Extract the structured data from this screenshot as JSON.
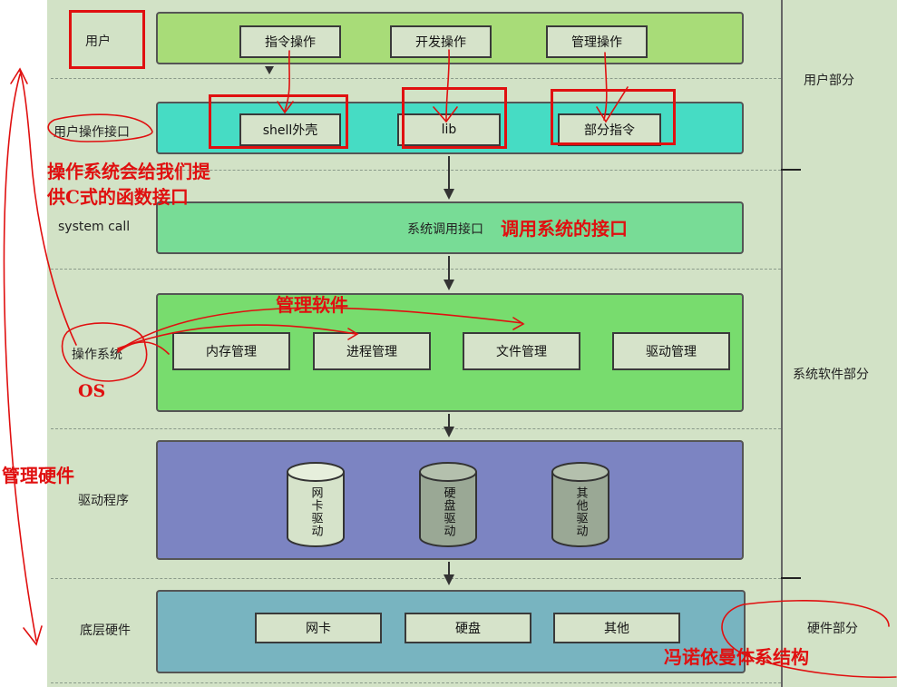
{
  "layers": {
    "user": {
      "label": "用户",
      "buttons": [
        "指令操作",
        "开发操作",
        "管理操作"
      ]
    },
    "interface": {
      "label": "用户操作接口",
      "boxes": [
        "shell外壳",
        "lib",
        "部分指令"
      ]
    },
    "syscall": {
      "label": "system call",
      "box_text": "系统调用接口"
    },
    "os": {
      "label": "操作系统",
      "boxes": [
        "内存管理",
        "进程管理",
        "文件管理",
        "驱动管理"
      ]
    },
    "drivers": {
      "label": "驱动程序",
      "cylinders": [
        "网卡驱动",
        "硬盘驱动",
        "其他驱动"
      ]
    },
    "hardware": {
      "label": "底层硬件",
      "boxes": [
        "网卡",
        "硬盘",
        "其他"
      ]
    }
  },
  "sections": {
    "user": "用户部分",
    "system_software": "系统软件部分",
    "hardware": "硬件部分"
  },
  "annotations": {
    "c_interface_line1": "操作系统会给我们提",
    "c_interface_line2": "供C式的函数接口",
    "syscall_note": "调用系统的接口",
    "manage_software": "管理软件",
    "os_abbr": "OS",
    "manage_hardware": "管理硬件",
    "von_neumann": "冯诺依曼体系结构"
  },
  "colors": {
    "background": "#d2e2c6",
    "user_band": "#a8dc78",
    "interface_band": "#46dcc4",
    "syscall_band": "#78dc96",
    "os_band": "#78dc6e",
    "drivers_band": "#7c84c2",
    "hardware_band": "#78b4c0",
    "annotation_red": "#e01010"
  }
}
